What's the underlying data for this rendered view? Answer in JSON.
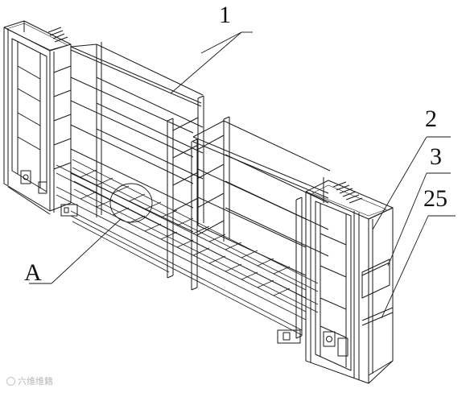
{
  "callouts": {
    "frame": "1",
    "side_panel": "2",
    "panel_window": "3",
    "lower_panel": "25",
    "detail": "A"
  },
  "watermark": {
    "text": "六维维籍"
  },
  "colors": {
    "line": "#1a1a1a",
    "background": "#ffffff"
  }
}
